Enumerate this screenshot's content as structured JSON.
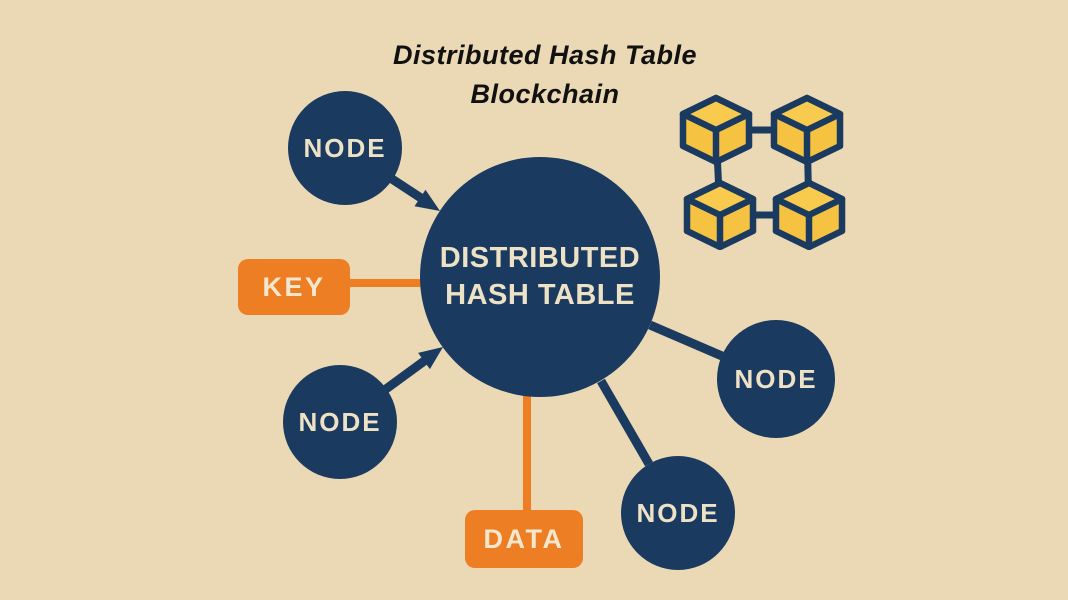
{
  "title": {
    "line1": "Distributed Hash Table",
    "line2": "Blockchain"
  },
  "center": {
    "line1": "DISTRIBUTED",
    "line2": "HASH TABLE"
  },
  "nodes": [
    {
      "id": "top-left",
      "label": "NODE"
    },
    {
      "id": "bottom-left",
      "label": "NODE"
    },
    {
      "id": "right",
      "label": "NODE"
    },
    {
      "id": "bottom-right",
      "label": "NODE"
    }
  ],
  "tags": {
    "key": "KEY",
    "data": "DATA"
  },
  "icons": {
    "blockchain": "blockchain-cubes-icon"
  },
  "colors": {
    "background": "#ead9b4",
    "navy": "#1b3a60",
    "orange": "#ee7e24",
    "cube_yellow": "#f5c341",
    "cube_yellow_top": "#f8cb4f",
    "text_cream": "#eee2c6",
    "title_text": "#111111"
  }
}
